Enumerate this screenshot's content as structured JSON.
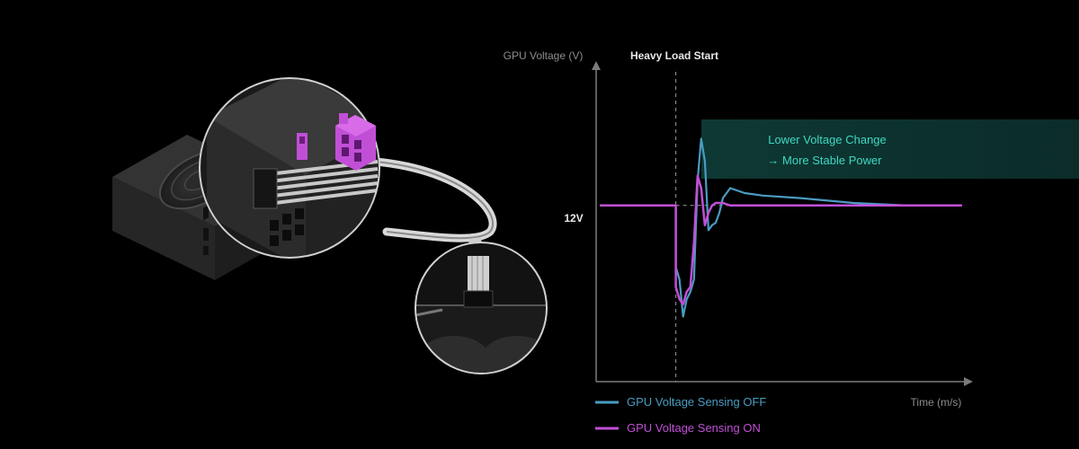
{
  "illustration": {
    "description_icons": [
      "power-supply-icon",
      "pcie-connector-icon",
      "cable-icon",
      "graphics-card-icon"
    ]
  },
  "chart_data": {
    "type": "line",
    "ylabel": "GPU Voltage (V)",
    "xlabel": "Time (m/s)",
    "y_tick_label": "12V",
    "event_label": "Heavy Load Start",
    "annotation": {
      "line1": "Lower Voltage Change",
      "line2": "→ More Stable Power"
    },
    "x_range": [
      0,
      100
    ],
    "y_range": [
      0,
      100
    ],
    "y_nominal": 55,
    "event_x": 21,
    "series": [
      {
        "name": "GPU Voltage Sensing OFF",
        "color": "#4a9cc2",
        "x": [
          0,
          21,
          21,
          22,
          23,
          24,
          25,
          26,
          27,
          28,
          29,
          30,
          31,
          32,
          33,
          34,
          36,
          40,
          45,
          55,
          70,
          85,
          100
        ],
        "y": [
          55,
          55,
          30,
          25,
          10,
          17,
          20,
          25,
          65,
          82,
          73,
          45,
          47,
          48,
          52,
          58,
          62,
          60,
          59,
          58,
          56,
          55,
          55
        ]
      },
      {
        "name": "GPU Voltage Sensing ON",
        "color": "#c14fd6",
        "x": [
          0,
          21,
          21,
          22,
          23,
          24,
          25,
          26,
          27,
          28,
          29,
          30,
          31,
          32,
          34,
          36,
          40,
          45,
          55,
          70,
          85,
          100
        ],
        "y": [
          55,
          55,
          22,
          17,
          15,
          20,
          22,
          40,
          67,
          62,
          47,
          52,
          55,
          56,
          56,
          55,
          55,
          55,
          55,
          55,
          55,
          55
        ]
      }
    ],
    "colors": {
      "band": "#0f3b36",
      "annotation_text": "#3fd8c4",
      "axis": "#7a7a7a",
      "text": "#8c8c8c",
      "title_text": "#e8e8e8"
    }
  }
}
